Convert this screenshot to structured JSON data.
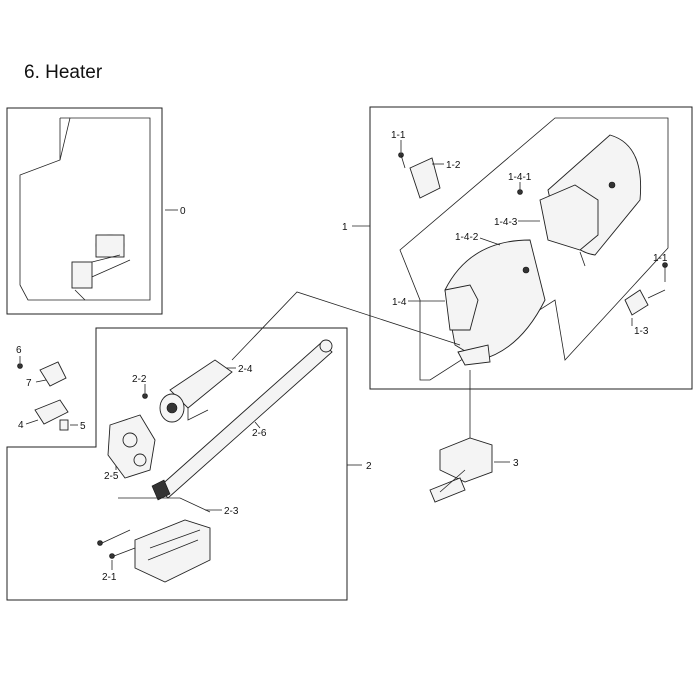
{
  "page": {
    "title": "6. Heater"
  },
  "callouts": {
    "c0": "0",
    "c1": "1",
    "c1_1a": "1-1",
    "c1_1b": "1-1",
    "c1_2": "1-2",
    "c1_3": "1-3",
    "c1_4": "1-4",
    "c1_4_1": "1-4-1",
    "c1_4_2": "1-4-2",
    "c1_4_3": "1-4-3",
    "c2": "2",
    "c2_1": "2-1",
    "c2_2": "2-2",
    "c2_3": "2-3",
    "c2_4": "2-4",
    "c2_5": "2-5",
    "c2_6": "2-6",
    "c3": "3",
    "c4": "4",
    "c5": "5",
    "c6": "6",
    "c7": "7"
  }
}
